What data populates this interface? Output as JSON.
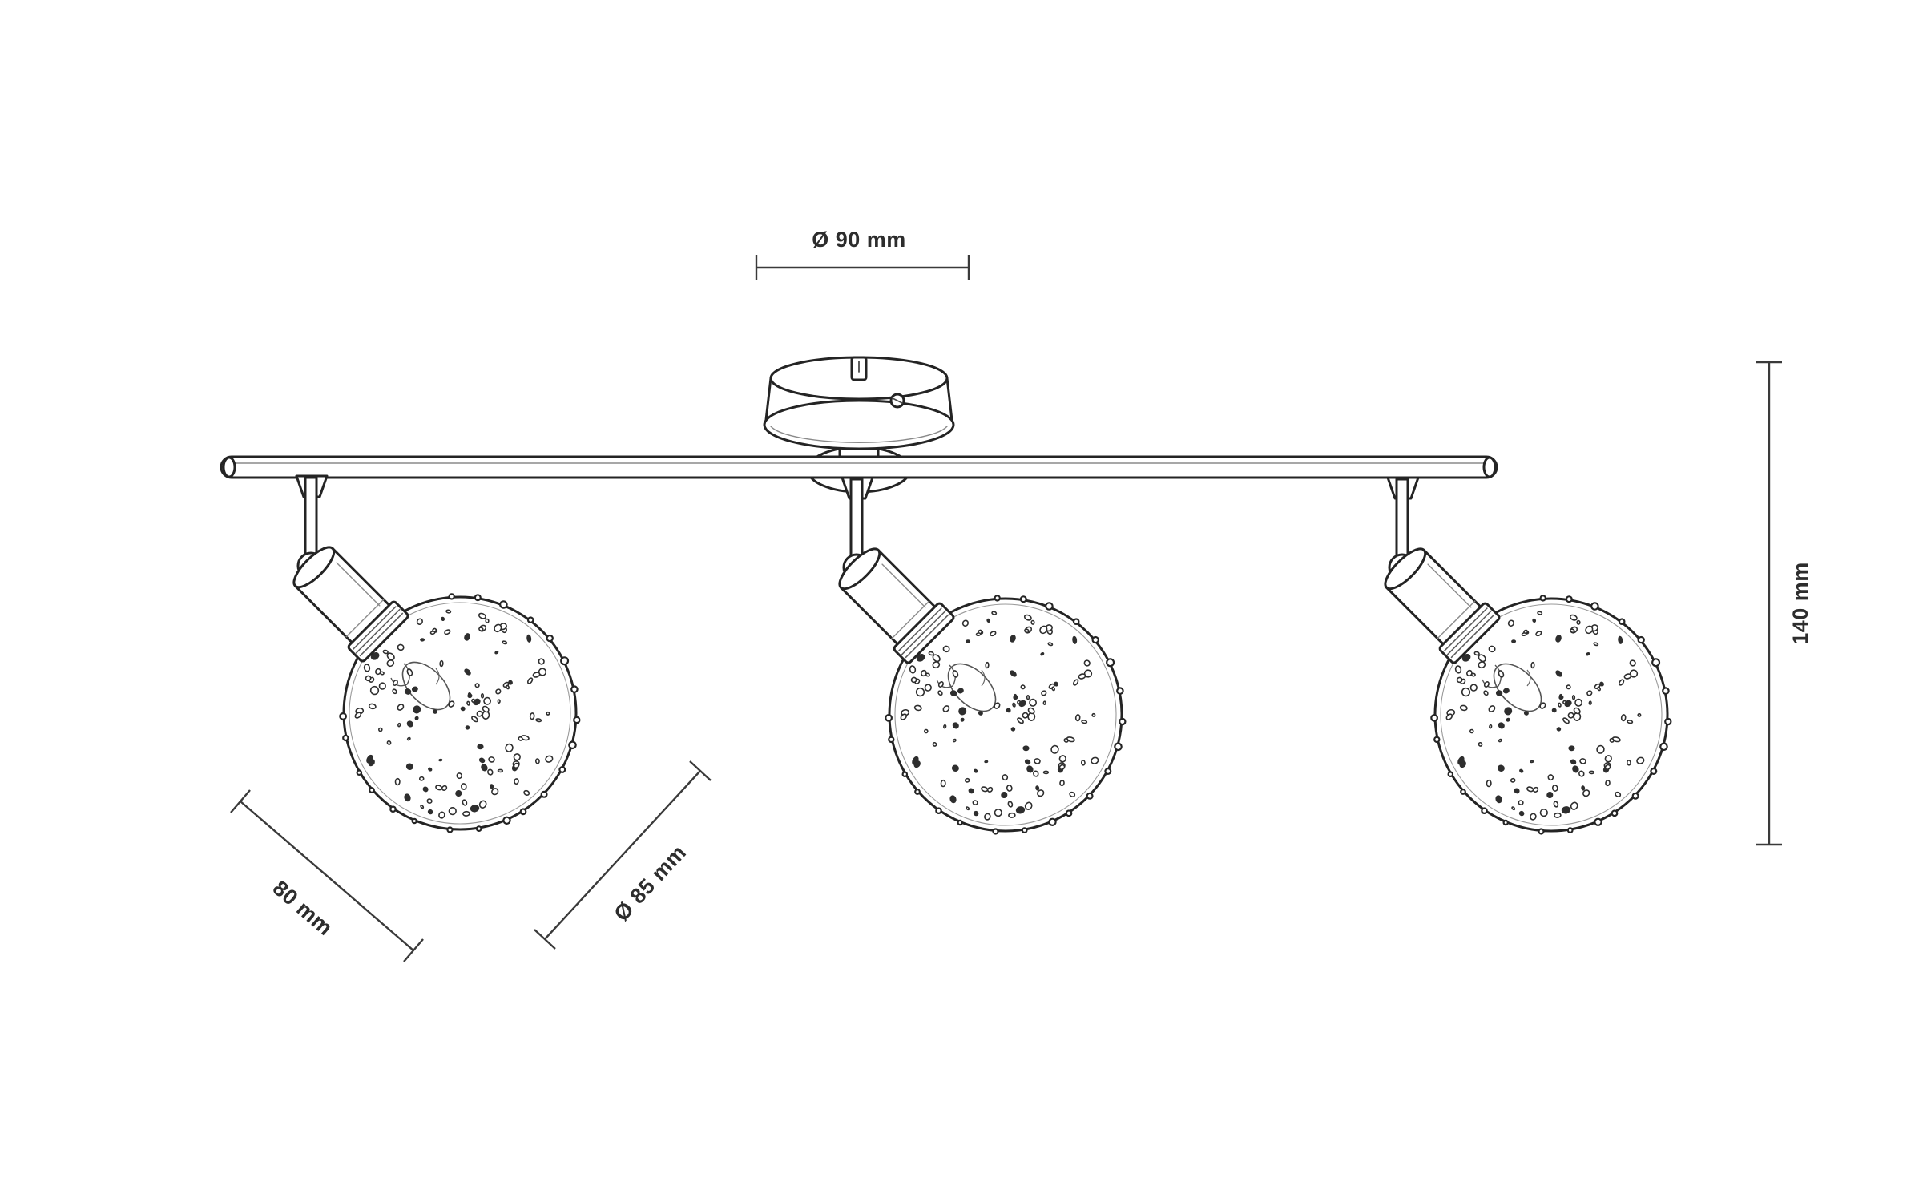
{
  "dimensions": {
    "canopy_diameter": "Ø 90 mm",
    "arm_length": "80 mm",
    "shade_diameter": "Ø 85 mm",
    "fixture_height": "140 mm"
  }
}
